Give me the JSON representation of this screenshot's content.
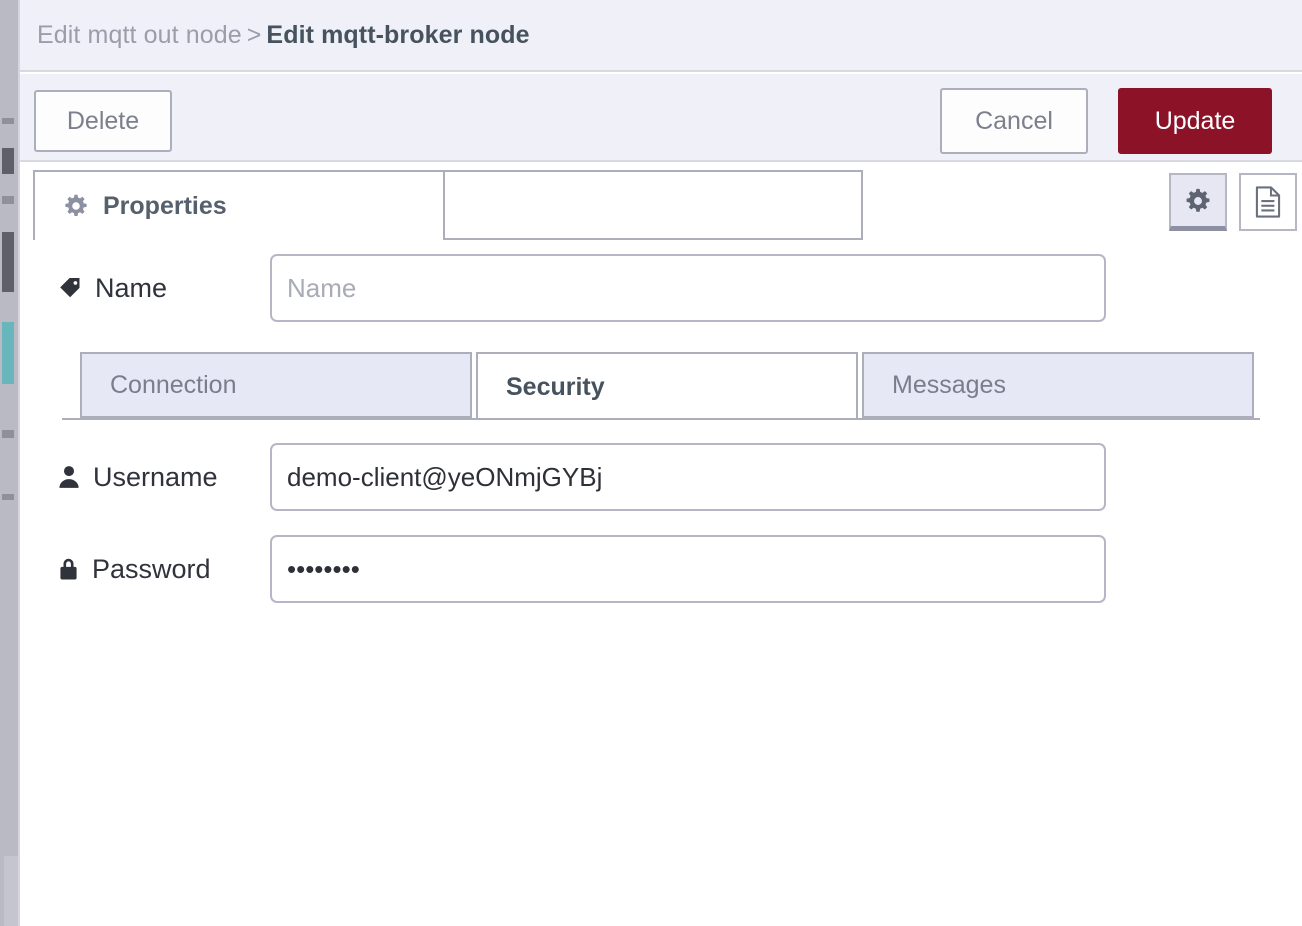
{
  "header": {
    "breadcrumb_prev": "Edit mqtt out node",
    "breadcrumb_separator": ">",
    "breadcrumb_current": "Edit mqtt-broker node"
  },
  "toolbar": {
    "delete_label": "Delete",
    "cancel_label": "Cancel",
    "update_label": "Update",
    "update_color": "#8c1228"
  },
  "tabs": {
    "properties_label": "Properties",
    "properties_icon": "gear-icon",
    "settings_button_icon": "gear-icon",
    "description_button_icon": "document-icon"
  },
  "form": {
    "name": {
      "label": "Name",
      "icon": "tag-icon",
      "value": "",
      "placeholder": "Name"
    },
    "username": {
      "label": "Username",
      "icon": "user-icon",
      "value": "demo-client@yeONmjGYBj",
      "placeholder": ""
    },
    "password": {
      "label": "Password",
      "icon": "lock-icon",
      "value": "••••••••",
      "placeholder": ""
    }
  },
  "inner_tabs": {
    "items": [
      {
        "label": "Connection",
        "active": false
      },
      {
        "label": "Security",
        "active": true
      },
      {
        "label": "Messages",
        "active": false
      }
    ]
  }
}
